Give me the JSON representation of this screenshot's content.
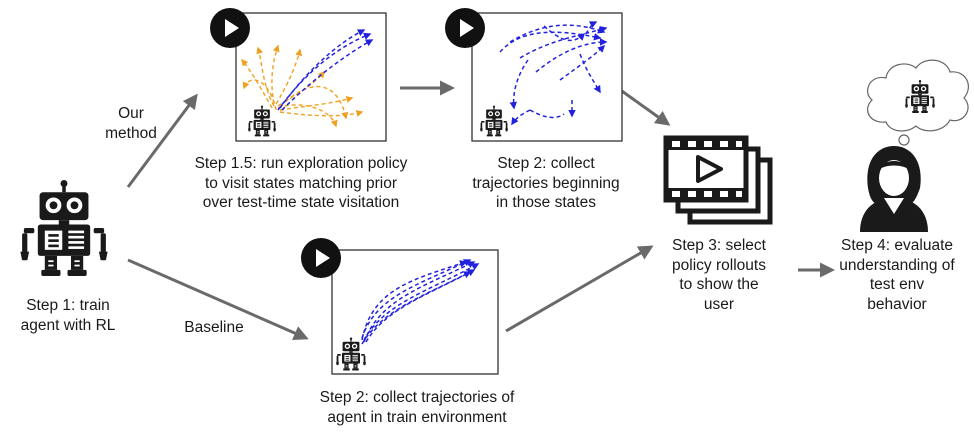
{
  "labels": {
    "our_method": [
      "Our",
      "method"
    ],
    "baseline": "Baseline"
  },
  "steps": {
    "step1": [
      "Step 1: train",
      "agent with RL"
    ],
    "step1_5": [
      "Step 1.5: run exploration policy",
      "to visit states matching prior",
      "over test-time state visitation"
    ],
    "step2_top": [
      "Step 2: collect",
      "trajectories beginning",
      "in those states"
    ],
    "step2_bottom": [
      "Step 2: collect trajectories of",
      "agent in train environment"
    ],
    "step3": [
      "Step 3: select",
      "policy rollouts",
      "to show the",
      "user"
    ],
    "step4": [
      "Step 4: evaluate",
      "understanding of",
      "test env",
      "behavior"
    ]
  },
  "icons": [
    "robot-icon",
    "play-icon",
    "film-stack-icon",
    "person-icon",
    "thought-bubble-icon",
    "arrow-icon"
  ],
  "colors": {
    "exploration_orange": "#f0a020",
    "trajectory_blue": "#2222dd",
    "arrow_gray": "#6a6a6a",
    "ink": "#1a1a1a"
  }
}
